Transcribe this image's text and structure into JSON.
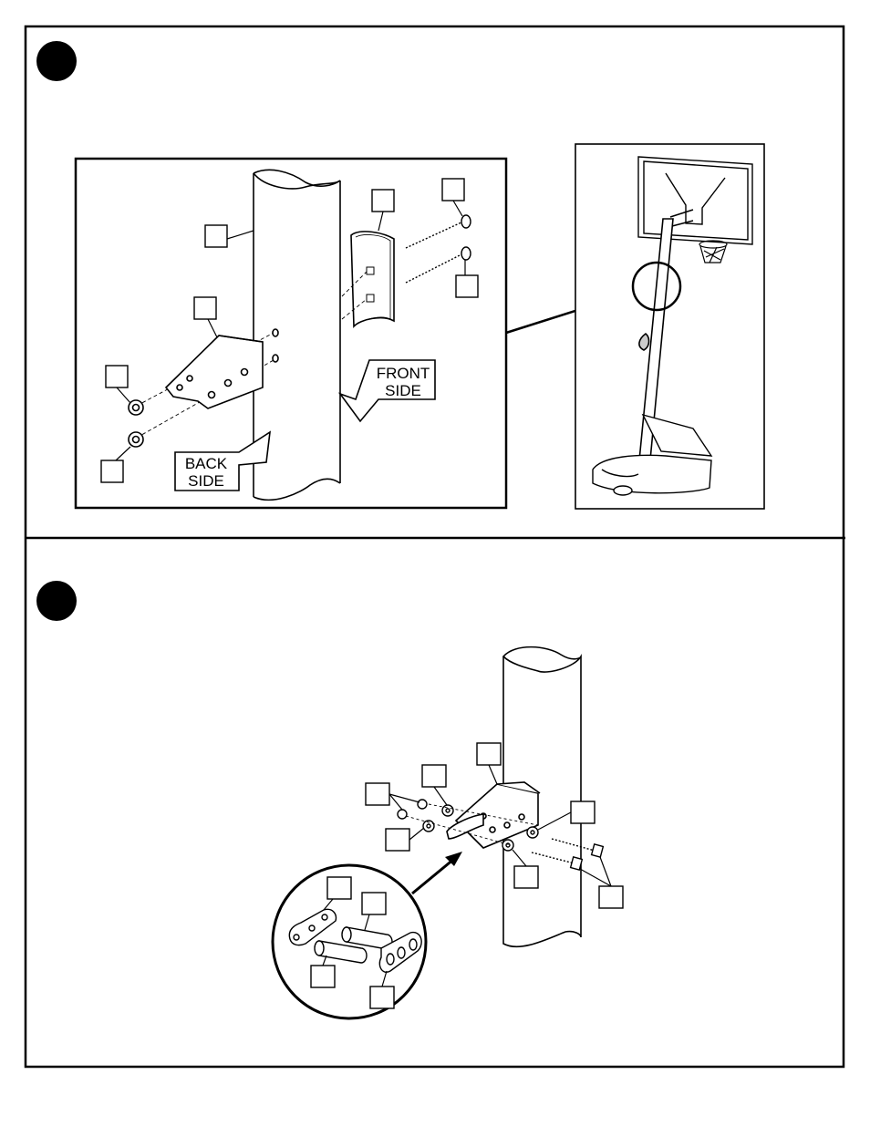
{
  "step1": {
    "callouts": {
      "front": "FRONT",
      "front2": "SIDE",
      "back": "BACK",
      "back2": "SIDE"
    }
  },
  "colors": {
    "ink": "#000000",
    "paper": "#ffffff"
  }
}
